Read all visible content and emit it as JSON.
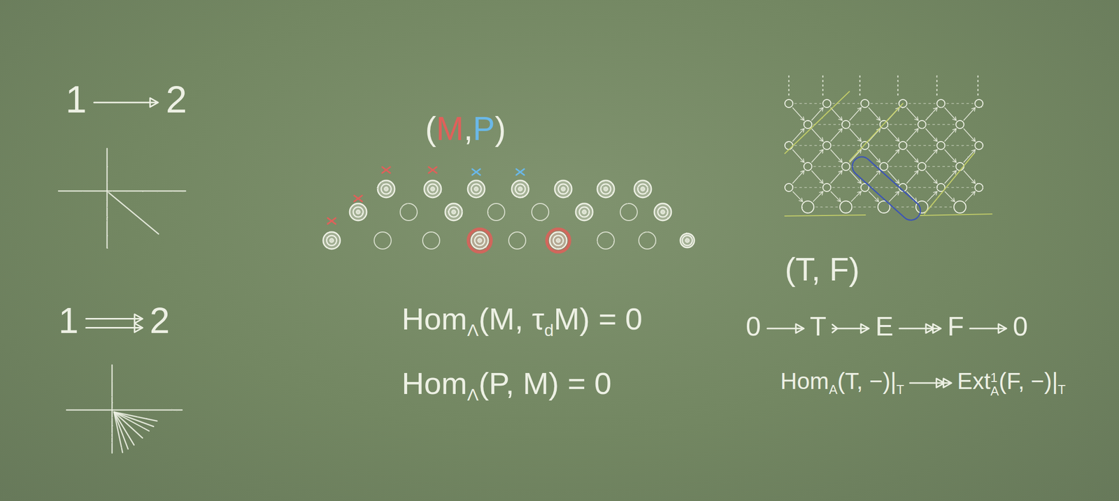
{
  "diagram": {
    "labels": [
      "1",
      "2",
      "1",
      "2",
      "(",
      "M",
      ",",
      "P",
      ")",
      "Hom",
      "Λ",
      "(M, τ",
      "d",
      "M) = 0",
      "Hom",
      "Λ",
      "(P, M) = 0",
      "(T, F)",
      "0",
      "T",
      "E",
      "F",
      "0",
      "Hom",
      "A",
      "(T, −)|",
      "T",
      "Ext",
      "1",
      "A",
      "(F, −)|",
      "T"
    ]
  }
}
